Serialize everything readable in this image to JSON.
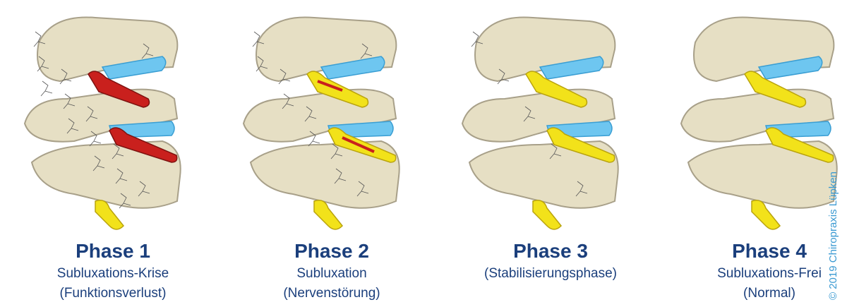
{
  "phases": [
    {
      "title": "Phase 1",
      "line1": "Subluxations-Krise",
      "line2": "(Funktionsverlust)",
      "stage": "crisis"
    },
    {
      "title": "Phase 2",
      "line1": "Subluxation",
      "line2": "(Nervenstörung)",
      "stage": "nerve"
    },
    {
      "title": "Phase 3",
      "line1": "(Stabilisierungsphase)",
      "line2": "",
      "stage": "stable"
    },
    {
      "title": "Phase 4",
      "line1": "Subluxations-Frei",
      "line2": "(Normal)",
      "stage": "free"
    }
  ],
  "copyright": "© 2019 Chiropraxis Lüpken",
  "colors": {
    "text": "#1b3f7c",
    "copyright": "#3b9ad2",
    "bone": "#e6dfc4",
    "disc": "#6ec6f0",
    "nerve_healthy": "#f2e21a",
    "nerve_damaged": "#c9201d"
  }
}
